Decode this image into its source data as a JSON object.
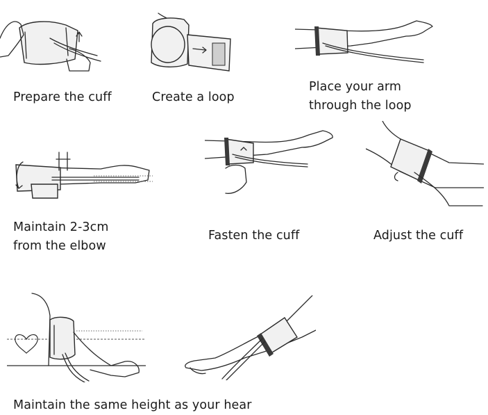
{
  "steps": [
    {
      "caption": "Prepare the cuff",
      "icon": "prepare-cuff-illustration"
    },
    {
      "caption": "Create a loop",
      "icon": "create-loop-illustration"
    },
    {
      "caption": "Place your arm through the loop",
      "line1": "Place your arm",
      "line2": "through the loop",
      "icon": "place-arm-illustration"
    },
    {
      "caption": "Maintain 2-3cm from the elbow",
      "line1": "Maintain 2-3cm",
      "line2": "from the elbow",
      "icon": "elbow-distance-illustration"
    },
    {
      "caption": "Fasten the cuff",
      "icon": "fasten-cuff-illustration"
    },
    {
      "caption": "Adjust the cuff",
      "icon": "adjust-cuff-illustration"
    },
    {
      "caption": "Maintain the same height as your hear",
      "icon": "heart-height-illustration"
    },
    {
      "icon": "lowered-arm-illustration"
    }
  ]
}
